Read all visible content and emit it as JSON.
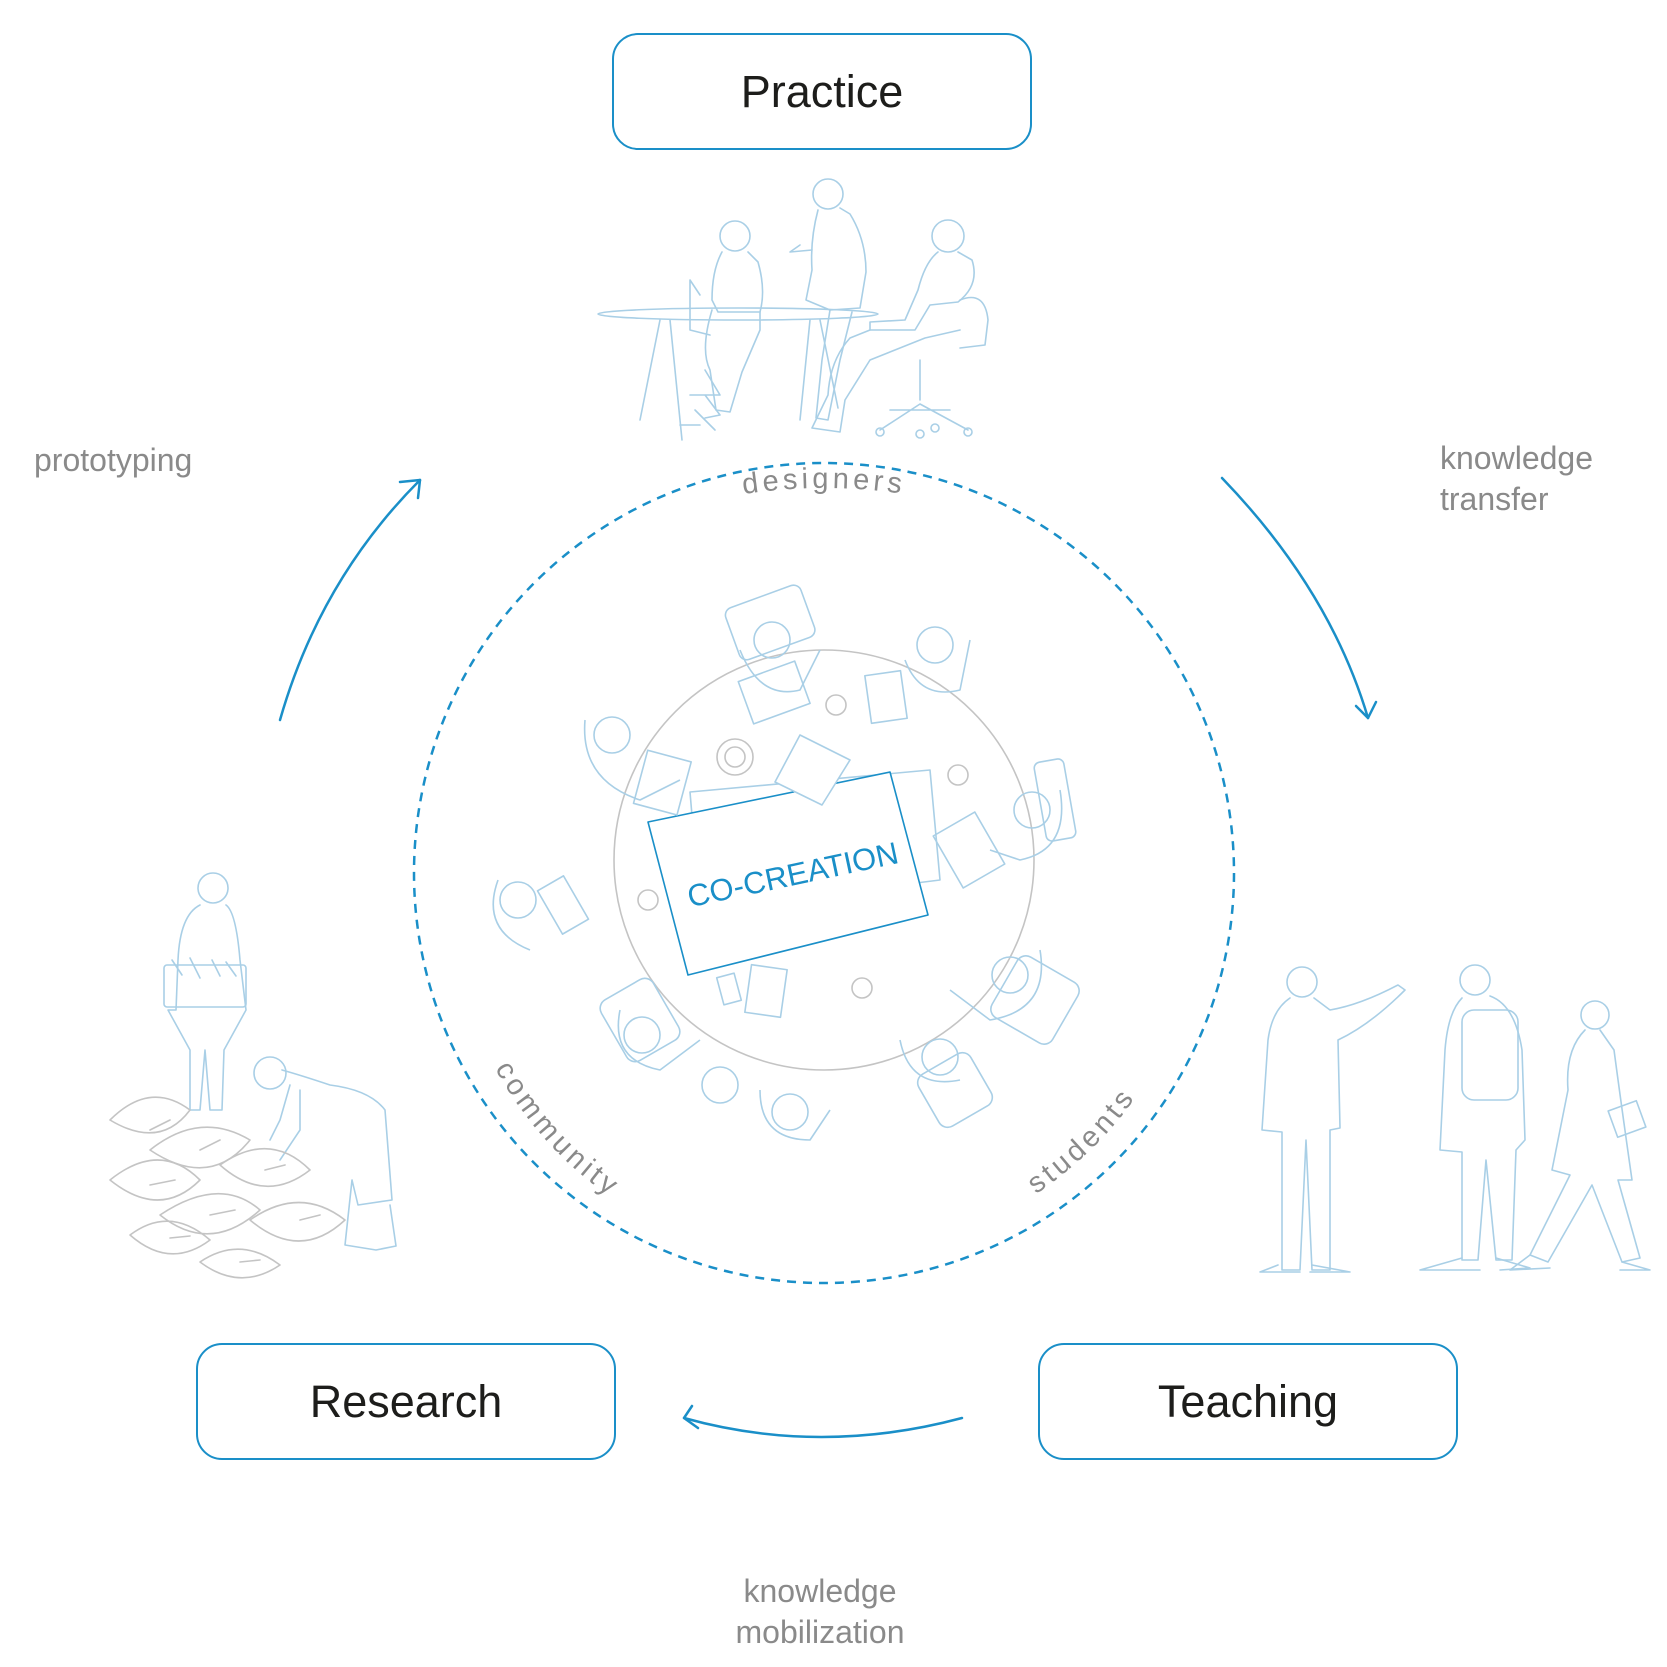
{
  "nodes": {
    "practice": "Practice",
    "research": "Research",
    "teaching": "Teaching"
  },
  "center": {
    "label": "CO-CREATION",
    "ring_labels": {
      "top": "designers",
      "left": "community",
      "right": "students"
    }
  },
  "flows": {
    "research_to_practice": "prototyping",
    "practice_to_teaching": [
      "knowledge",
      "transfer"
    ],
    "teaching_to_research": [
      "knowledge",
      "mobilization"
    ]
  },
  "colors": {
    "accent": "#1a8fc8",
    "illustration_blue": "#a9cfe6",
    "illustration_grey": "#c4c4c4",
    "label_grey": "#8a8a8a",
    "text": "#1d1d1b"
  },
  "icons": {
    "practice_scene": "office-meeting-illustration",
    "teaching_scene": "people-walking-illustration",
    "research_scene": "gardening-illustration",
    "cocreation_scene": "round-table-topview-illustration"
  }
}
